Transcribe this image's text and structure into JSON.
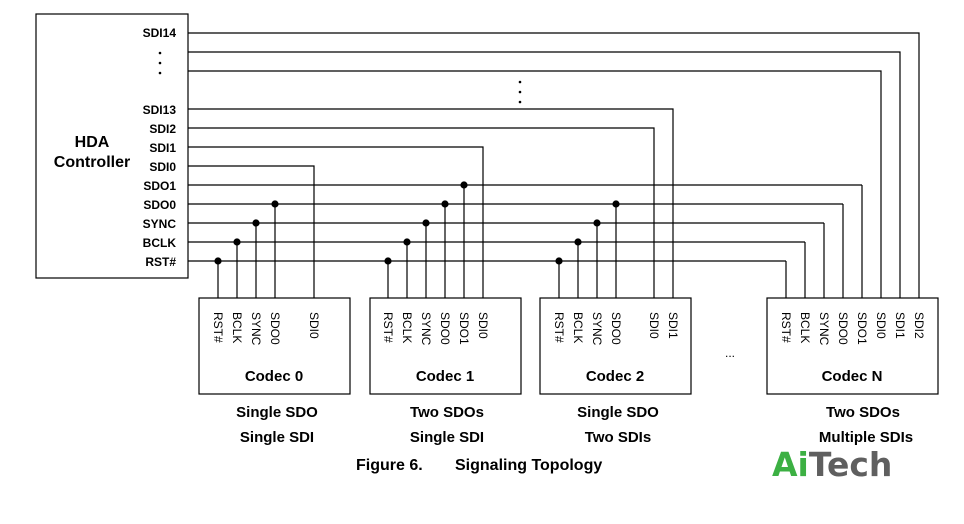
{
  "controller": {
    "title_line1": "HDA",
    "title_line2": "Controller",
    "signals": [
      "SDI14",
      "SDI13",
      "SDI2",
      "SDI1",
      "SDI0",
      "SDO1",
      "SDO0",
      "SYNC",
      "BCLK",
      "RST#"
    ],
    "vdots": "·\n·\n·"
  },
  "codecs": [
    {
      "name": "Codec 0",
      "pins": [
        "RST#",
        "BCLK",
        "SYNC",
        "SDO0",
        "SDI0"
      ],
      "caption_line1": "Single SDO",
      "caption_line2": "Single SDI"
    },
    {
      "name": "Codec 1",
      "pins": [
        "RST#",
        "BCLK",
        "SYNC",
        "SDO0",
        "SDO1",
        "SDI0"
      ],
      "caption_line1": "Two SDOs",
      "caption_line2": "Single SDI"
    },
    {
      "name": "Codec 2",
      "pins": [
        "RST#",
        "BCLK",
        "SYNC",
        "SDO0",
        "SDI0",
        "SDI1"
      ],
      "caption_line1": "Single SDO",
      "caption_line2": "Two SDIs"
    },
    {
      "name": "Codec N",
      "pins": [
        "RST#",
        "BCLK",
        "SYNC",
        "SDO0",
        "SDO1",
        "SDI0",
        "SDI1",
        "SDI2"
      ],
      "caption_line1": "Two SDOs",
      "caption_line2": "Multiple SDIs"
    }
  ],
  "ellipsis": "...",
  "figure": {
    "number": "Figure 6.",
    "title": "Signaling Topology"
  },
  "logo": {
    "text_ai": "Ai",
    "text_tech": "Tech",
    "color_ai": "#3cb043",
    "color_tech": "#5f5f5f"
  },
  "colors": {
    "line": "#000000",
    "background": "#ffffff"
  }
}
